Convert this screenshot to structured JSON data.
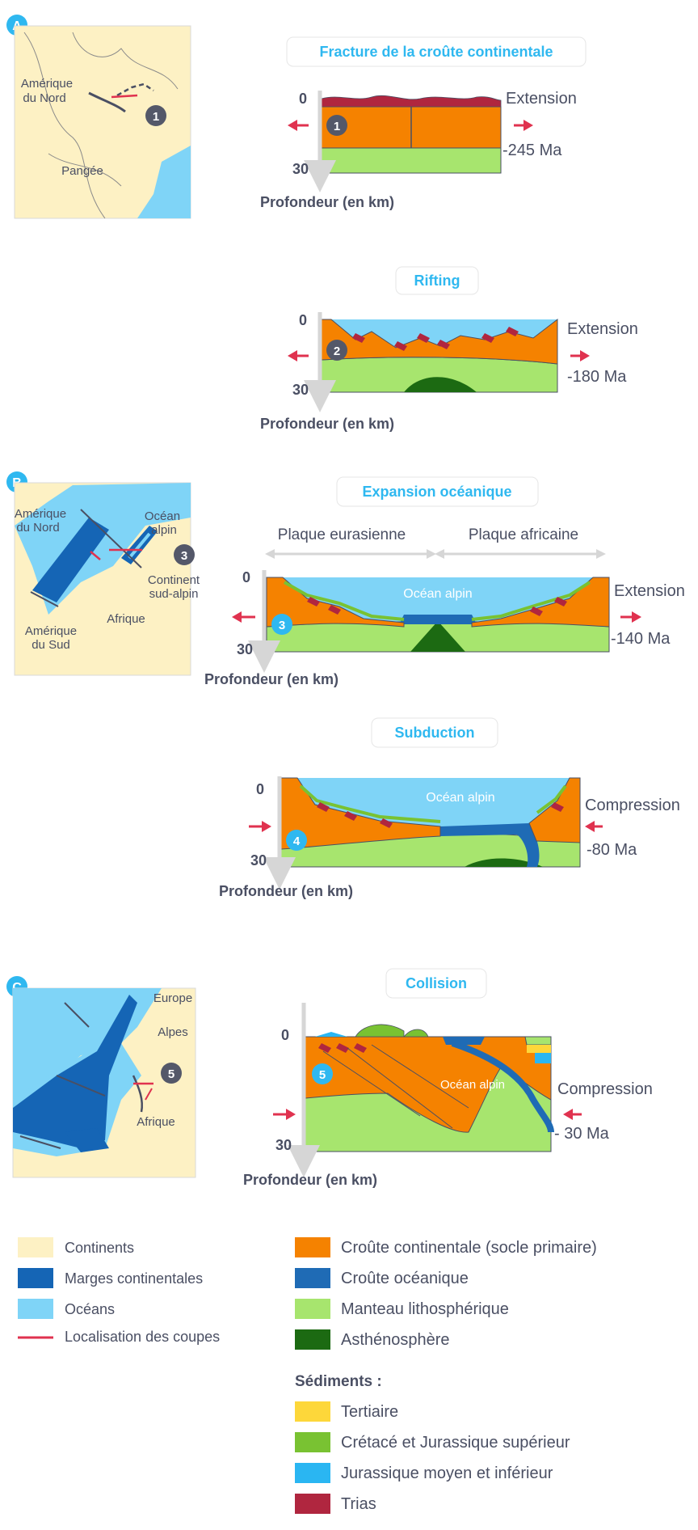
{
  "sections": [
    {
      "letter": "A",
      "map": {
        "labels": [
          "Amérique",
          "du Nord",
          "Pangée"
        ],
        "marker": "1"
      },
      "stages": [
        {
          "title": "Fracture de la croûte continentale",
          "badge": "1",
          "top": "0",
          "bottom": "30",
          "force": "Extension",
          "age": "-245 Ma",
          "depth_label": "Profondeur (en km)"
        },
        {
          "title": "Rifting",
          "badge": "2",
          "top": "0",
          "bottom": "30",
          "force": "Extension",
          "age": "-180 Ma",
          "depth_label": "Profondeur (en km)"
        }
      ]
    },
    {
      "letter": "B",
      "map": {
        "labels": [
          "Amérique",
          "du Nord",
          "Océan",
          "alpin",
          "Continent",
          "sud-alpin",
          "Afrique",
          "Amérique",
          "du Sud"
        ],
        "marker": "3"
      },
      "stages": [
        {
          "title": "Expansion océanique",
          "badge": "3",
          "plates": [
            "Plaque eurasienne",
            "Plaque africaine"
          ],
          "ocean": "Océan alpin",
          "top": "0",
          "bottom": "30",
          "force": "Extension",
          "age": "-140 Ma",
          "depth_label": "Profondeur (en km)"
        },
        {
          "title": "Subduction",
          "badge": "4",
          "ocean": "Océan alpin",
          "top": "0",
          "bottom": "30",
          "force": "Compression",
          "age": "-80 Ma",
          "depth_label": "Profondeur (en km)"
        }
      ]
    },
    {
      "letter": "C",
      "map": {
        "labels": [
          "Europe",
          "Alpes",
          "Afrique"
        ],
        "marker": "5"
      },
      "stages": [
        {
          "title": "Collision",
          "badge": "5",
          "ocean": "Océan alpin",
          "top": "0",
          "bottom": "30",
          "force": "Compression",
          "age": "- 30 Ma",
          "depth_label": "Profondeur (en km)"
        }
      ]
    }
  ],
  "legend": {
    "left": [
      {
        "label": "Continents",
        "color": "#fdf1c4"
      },
      {
        "label": "Marges continentales",
        "color": "#1565b5"
      },
      {
        "label": "Océans",
        "color": "#7fd4f7"
      },
      {
        "label": "Localisation des coupes",
        "color": "#e0324f"
      }
    ],
    "right": [
      {
        "label": "Croûte continentale (socle primaire)",
        "color": "#f58200"
      },
      {
        "label": "Croûte océanique",
        "color": "#1f6bb5"
      },
      {
        "label": "Manteau lithosphérique",
        "color": "#a7e56e"
      },
      {
        "label": "Asthénosphère",
        "color": "#1c6a12"
      }
    ],
    "sediments_heading": "Sédiments :",
    "sediments": [
      {
        "label": "Tertiaire",
        "color": "#fdd73a"
      },
      {
        "label": "Crétacé et Jurassique supérieur",
        "color": "#79c232"
      },
      {
        "label": "Jurassique moyen et inférieur",
        "color": "#2ab6f2"
      },
      {
        "label": "Trias",
        "color": "#b0263f"
      }
    ]
  }
}
